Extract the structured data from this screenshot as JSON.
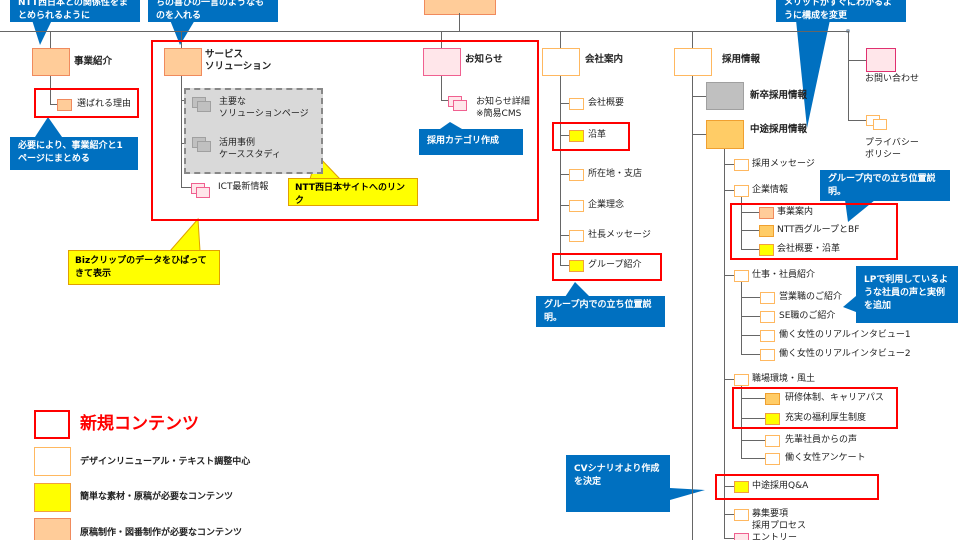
{
  "colors": {
    "new": "#ff0000",
    "callout": "#0070c0",
    "note": "#ffff00",
    "peach": "#ffcc99",
    "yellow": "#ffff00",
    "orange": "#ffcc66",
    "pink": "#ffe6ea"
  },
  "callouts": {
    "top_left": "NTT西日本との関係性をまとめられるように",
    "top_service": "ちの喜びの一言のようなものを入れる",
    "top_recruit": "メリットがすぐにわかるように構成を変更",
    "jigyo": "必要により、事業紹介と1ページにまとめる",
    "news": "採用カテゴリ作成",
    "group1": "グループ内での立ち位置説明。",
    "group2": "グループ内での立ち位置説明。",
    "lp": "LPで利用しているような社員の声と実例を追加",
    "cv": "CVシナリオより作成を決定",
    "ntt_link": "NTT西日本サイトへのリンク",
    "bizclip": "Bizクリップのデータをひぱってきて表示"
  },
  "nodes": {
    "jigyo": "事業紹介",
    "erabareru": "選ばれる理由",
    "service": "サービス",
    "service2": "ソリューション",
    "main_sol1": "主要な",
    "main_sol2": "ソリューションページ",
    "case1": "活用事例",
    "case2": "ケーススタディ",
    "ict": "ICT最新情報",
    "news": "お知らせ",
    "news_detail": "お知らせ詳細",
    "news_cms": "※簡易CMS",
    "company": "会社案内",
    "company_items": [
      "会社概要",
      "沿革",
      "所在地・支店",
      "企業理念",
      "社長メッセージ",
      "グループ紹介"
    ],
    "recruit": "採用情報",
    "shinsotsu": "新卒採用情報",
    "chuto": "中途採用情報",
    "r_message": "採用メッセージ",
    "r_kigyo": "企業情報",
    "kigyo_items": [
      "事業案内",
      "NTT西グループとBF",
      "会社概要・沿革"
    ],
    "r_shigoto": "仕事・社員紹介",
    "shigoto_items": [
      "営業職のご紹介",
      "SE職のご紹介",
      "働く女性のリアルインタビュー1",
      "働く女性のリアルインタビュー2"
    ],
    "r_shokuba": "職場環境・風土",
    "shokuba_items": [
      "研修体制、キャリアパス",
      "充実の福利厚生制度",
      "先輩社員からの声",
      "働く女性アンケート"
    ],
    "r_qa": "中途採用Q&A",
    "r_boshu1": "募集要項",
    "r_boshu2": "採用プロセス",
    "r_entry": "エントリー",
    "contact": "お問い合わせ",
    "privacy1": "プライバシー",
    "privacy2": "ポリシー"
  },
  "legend": [
    {
      "label": "新規コンテンツ",
      "style": "red-outline"
    },
    {
      "label": "デザインリニューアル・テキスト調整中心",
      "style": "white"
    },
    {
      "label": "簡単な素材・原稿が必要なコンテンツ",
      "style": "yellow"
    },
    {
      "label": "原稿制作・図番制作が必要なコンテンツ",
      "style": "peach"
    }
  ]
}
